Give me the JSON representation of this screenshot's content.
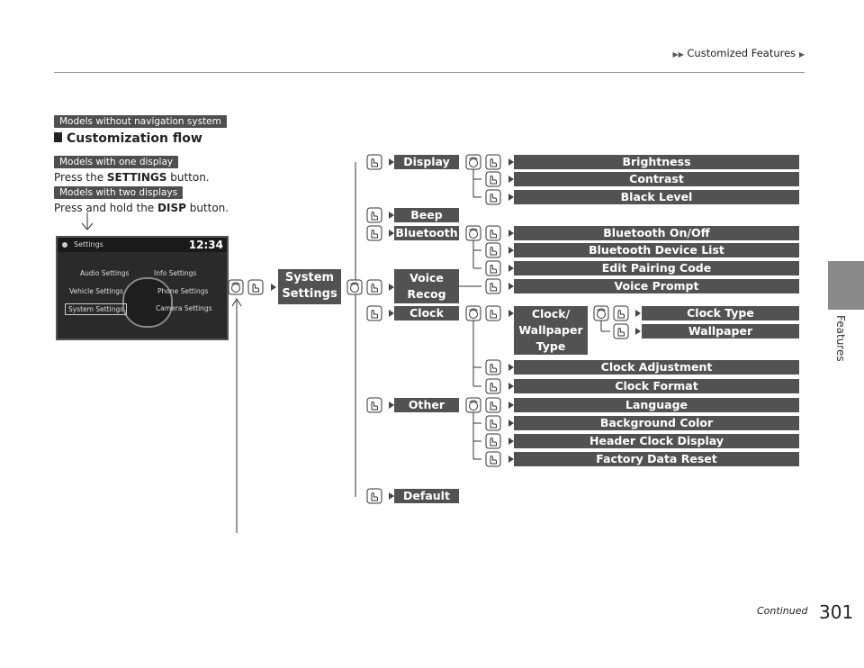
{
  "header": {
    "breadcrumb": "Customized Features"
  },
  "side_tab": {
    "label": "Features"
  },
  "badges": {
    "no_nav": "Models without navigation system",
    "one_display": "Models with one display",
    "two_displays": "Models with two displays"
  },
  "section_title": "Customization flow",
  "instructions": {
    "one_pre": "Press the ",
    "one_bold": "SETTINGS",
    "one_post": " button.",
    "two_pre": "Press and hold the ",
    "two_bold": "DISP",
    "two_post": " button."
  },
  "screen": {
    "title": "Settings",
    "clock": "12:34",
    "options": [
      "Audio Settings",
      "Info Settings",
      "Vehicle Settings",
      "Phone Settings",
      "System Settings",
      "Camera Settings"
    ]
  },
  "flow": {
    "system_settings": "System Settings",
    "level1": [
      "Display",
      "Beep",
      "Bluetooth",
      "Voice Recog",
      "Clock",
      "Other",
      "Default"
    ],
    "display_items": [
      "Brightness",
      "Contrast",
      "Black Level"
    ],
    "bluetooth_items": [
      "Bluetooth On/Off",
      "Bluetooth Device List",
      "Edit Pairing Code"
    ],
    "voice_items": [
      "Voice Prompt"
    ],
    "clock_wallpaper": "Clock/ Wallpaper Type",
    "clock_wallpaper_items": [
      "Clock Type",
      "Wallpaper"
    ],
    "clock_items": [
      "Clock Adjustment",
      "Clock Format"
    ],
    "other_items": [
      "Language",
      "Background Color",
      "Header Clock Display",
      "Factory Data Reset"
    ]
  },
  "footer": {
    "continued": "Continued",
    "page_number": "301"
  }
}
